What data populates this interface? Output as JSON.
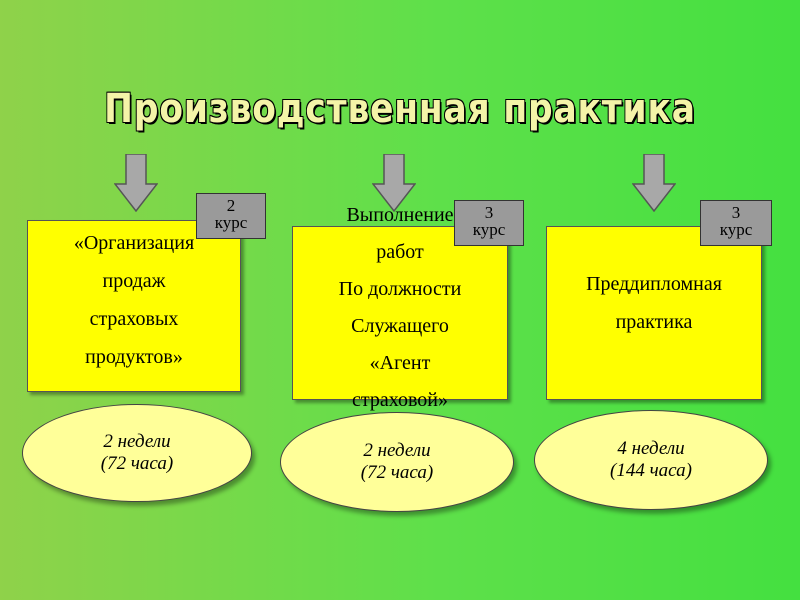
{
  "title": "Производственная практика",
  "colors": {
    "box_fill": "#ffff00",
    "badge_fill": "#9a9a9a",
    "ellipse_fill": "#ffff99",
    "arrow_fill": "#a8a8a8",
    "title_fill": "#f4f4a8"
  },
  "columns": [
    {
      "box_lines": [
        "«Организация",
        "продаж",
        "страховых",
        "продуктов»"
      ],
      "badge": [
        "2",
        "курс"
      ],
      "duration": [
        "2 недели",
        "(72 часа)"
      ]
    },
    {
      "box_lines": [
        "Выполнение",
        "работ",
        "По должности",
        "Служащего",
        "«Агент",
        "страховой»"
      ],
      "badge": [
        "3",
        "курс"
      ],
      "duration": [
        "2 недели",
        "(72 часа)"
      ]
    },
    {
      "box_lines": [
        "Преддипломная",
        "практика"
      ],
      "badge": [
        "3",
        "курс"
      ],
      "duration": [
        "4 недели",
        "(144 часа)"
      ]
    }
  ]
}
